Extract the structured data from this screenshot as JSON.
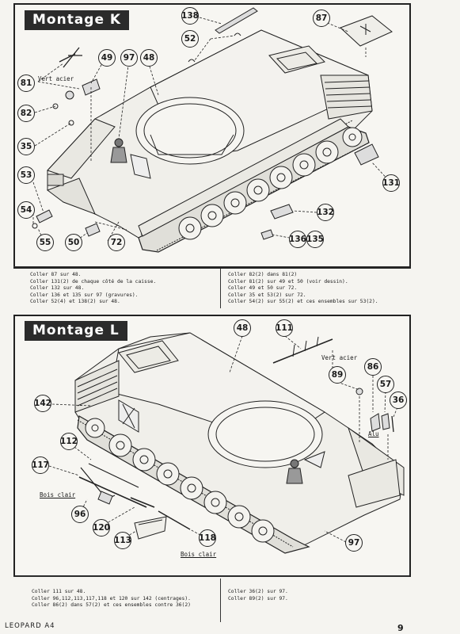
{
  "sections": [
    {
      "title": "Montage K",
      "notes": {
        "vert_acier": "Vert acier"
      },
      "callouts": [
        "138",
        "52",
        "87",
        "49",
        "97",
        "48",
        "81",
        "82",
        "35",
        "53",
        "54",
        "55",
        "50",
        "72",
        "136",
        "135",
        "132",
        "131"
      ],
      "instructions_left": [
        "Coller 87 sur 48.",
        "Coller 131(2) de chaque côté de la caisse.",
        "Coller 132 sur 48.",
        "Coller 136 et 135 sur 97 (gravures).",
        "Coller 52(4) et 138(2) sur 48."
      ],
      "instructions_right": [
        "Coller 82(2) dans 81(2)",
        "Coller 81(2) sur 49 et 50 (voir dessin).",
        "Coller 49 et 50 sur 72.",
        "Coller 35 et 53(2) sur 72.",
        "Coller 54(2) sur 55(2) et ces ensembles sur 53(2)."
      ]
    },
    {
      "title": "Montage L",
      "notes": {
        "vert_acier": "Vert acier",
        "alu": "Alu",
        "bois_clair_1": "Bois clair",
        "bois_clair_2": "Bois clair"
      },
      "callouts": [
        "48",
        "111",
        "89",
        "86",
        "57",
        "36",
        "142",
        "112",
        "117",
        "96",
        "120",
        "113",
        "118",
        "97"
      ],
      "instructions_left": [
        "Coller 111 sur 48.",
        "Coller 96,112,113,117,118 et 120 sur 142 (centrages).",
        "Coller 86(2) dans 57(2) et ces ensembles contre 36(2)"
      ],
      "instructions_right": [
        "Coller 36(2) sur 97.",
        "Coller 89(2) sur 97."
      ]
    }
  ],
  "footer": {
    "model": "LEOPARD A4",
    "page": "9"
  }
}
